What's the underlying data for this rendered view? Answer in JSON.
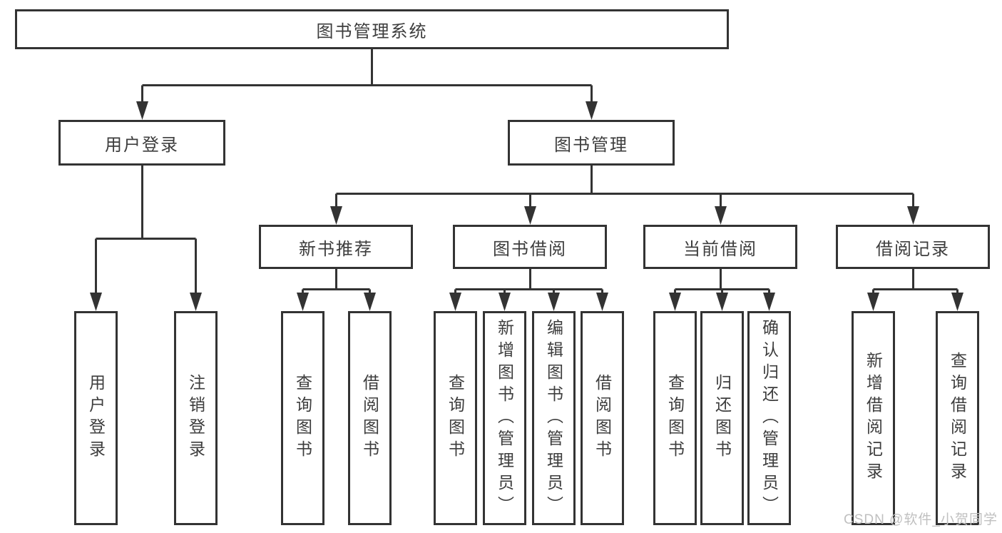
{
  "diagram": {
    "root": "图书管理系统",
    "level2": [
      {
        "label": "用户登录",
        "leaves": [
          "用户登录",
          "注销登录"
        ]
      },
      {
        "label": "图书管理",
        "sections": [
          {
            "label": "新书推荐",
            "leaves": [
              "查询图书",
              "借阅图书"
            ]
          },
          {
            "label": "图书借阅",
            "leaves": [
              "查询图书",
              "新增图书（管理员）",
              "编辑图书（管理员）",
              "借阅图书"
            ]
          },
          {
            "label": "当前借阅",
            "leaves": [
              "查询图书",
              "归还图书",
              "确认归还（管理员）"
            ]
          },
          {
            "label": "借阅记录",
            "leaves": [
              "新增借阅记录",
              "查询借阅记录"
            ]
          }
        ]
      }
    ]
  },
  "colors": {
    "line": "#333333",
    "text": "#3d3d3d",
    "watermark_gray": "#c0c0c0"
  },
  "watermark": {
    "text": "CSDN @软件_小贺同学"
  }
}
